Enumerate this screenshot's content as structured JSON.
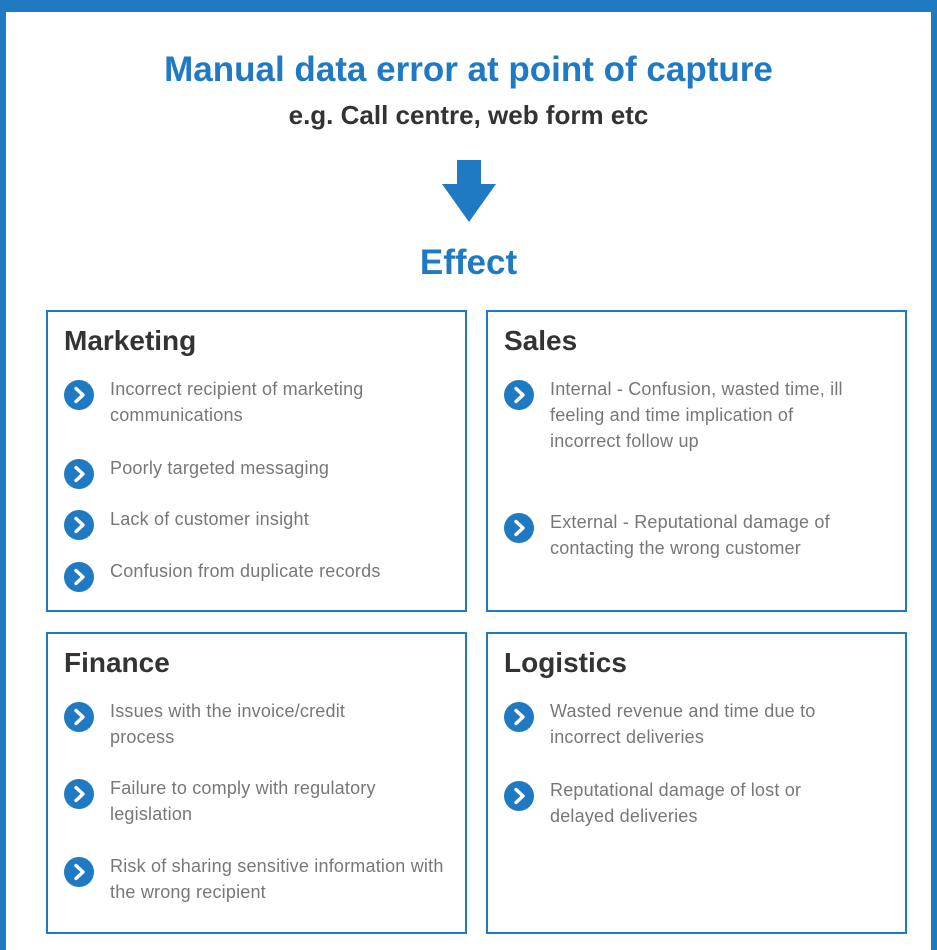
{
  "header": {
    "title": "Manual data error at point of capture",
    "subtitle": "e.g. Call centre, web form etc"
  },
  "effect_label": "Effect",
  "colors": {
    "accent": "#1f79c3",
    "heading": "#333333",
    "body_text": "#777777"
  },
  "icons": {
    "arrow": "arrow-down-icon",
    "bullet": "chevron-right-circle-icon"
  },
  "sections": {
    "marketing": {
      "title": "Marketing",
      "items": [
        "Incorrect recipient of marketing communications",
        "Poorly targeted messaging",
        "Lack of customer insight",
        "Confusion from duplicate records"
      ]
    },
    "sales": {
      "title": "Sales",
      "items": [
        "Internal - Confusion, wasted time, ill feeling and time implication of incorrect follow up",
        "External - Reputational damage of contacting the wrong customer"
      ]
    },
    "finance": {
      "title": "Finance",
      "items": [
        "Issues with the invoice/credit process",
        "Failure to comply with regulatory legislation",
        "Risk of sharing sensitive information with the wrong recipient"
      ]
    },
    "logistics": {
      "title": "Logistics",
      "items": [
        "Wasted revenue and time due to incorrect deliveries",
        "Reputational damage of lost or delayed deliveries"
      ]
    }
  }
}
